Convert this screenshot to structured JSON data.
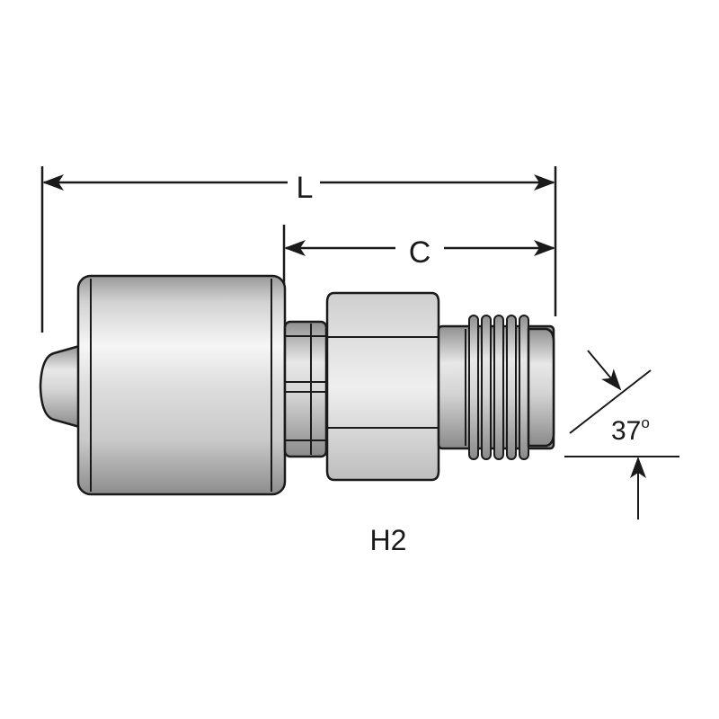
{
  "dimensions": {
    "overall_length_label": "L",
    "cut_length_label": "C"
  },
  "angle": {
    "value": "37",
    "unit_symbol": "o"
  },
  "part_code": "H2"
}
